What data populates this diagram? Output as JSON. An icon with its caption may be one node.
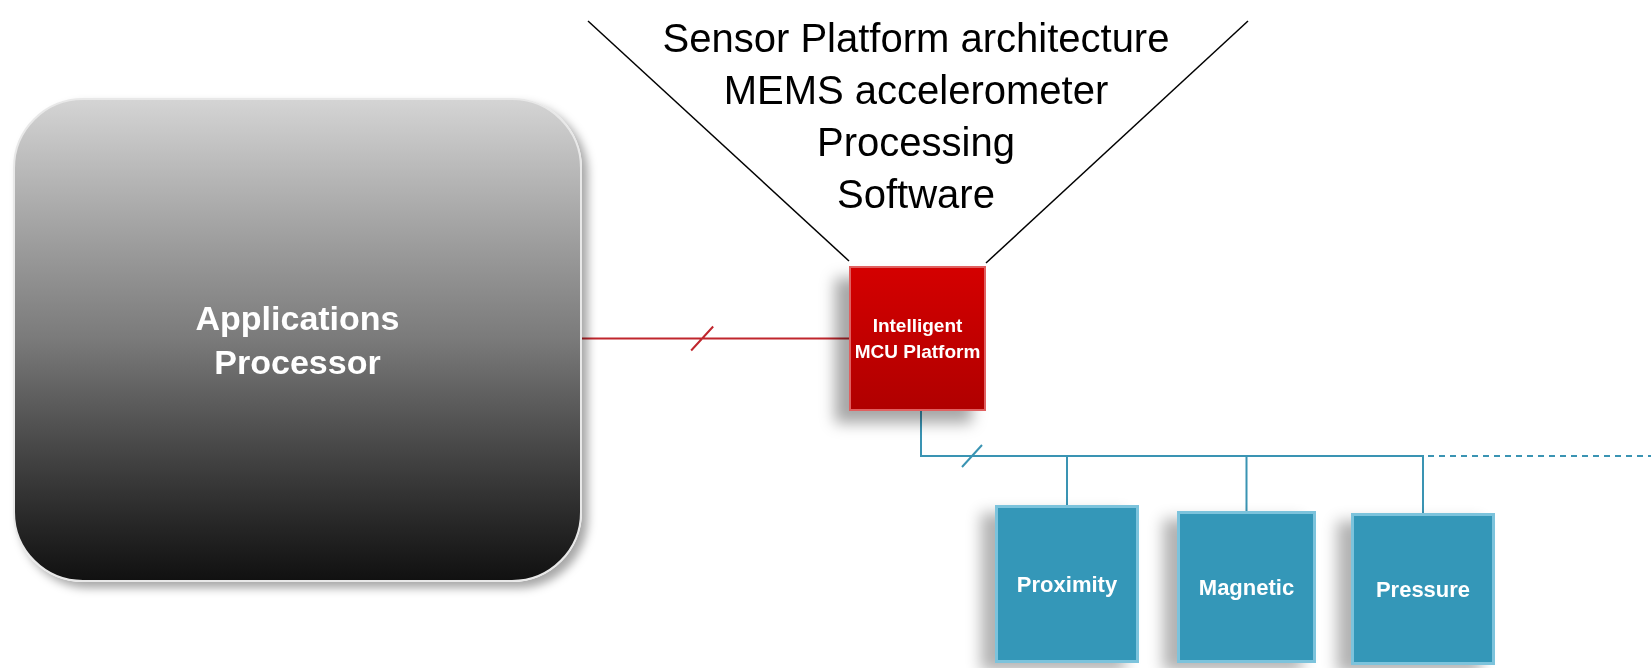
{
  "diagram": {
    "nodes": [
      {
        "text": [
          "Applications Processor"
        ]
      },
      {
        "text": [
          "Sensor Platform architecture",
          "MEMS accelerometer",
          "Processing",
          "Software"
        ]
      },
      {
        "text": [
          "Intelligent MCU Platform"
        ]
      },
      {
        "text": [
          "Proximity"
        ]
      },
      {
        "text": [
          "Magnetic"
        ]
      },
      {
        "text": [
          "Pressure"
        ]
      }
    ],
    "edges": [
      {
        "from": 0,
        "to": 2,
        "arrow": "none",
        "color": "#c0262d"
      },
      {
        "from": 2,
        "to": 3,
        "arrow": "none"
      },
      {
        "from": 2,
        "to": 4,
        "arrow": "none"
      },
      {
        "from": 2,
        "to": 5,
        "arrow": "none"
      },
      {
        "from": 2,
        "to": null,
        "arrow": "none",
        "style": "dashed"
      }
    ]
  }
}
